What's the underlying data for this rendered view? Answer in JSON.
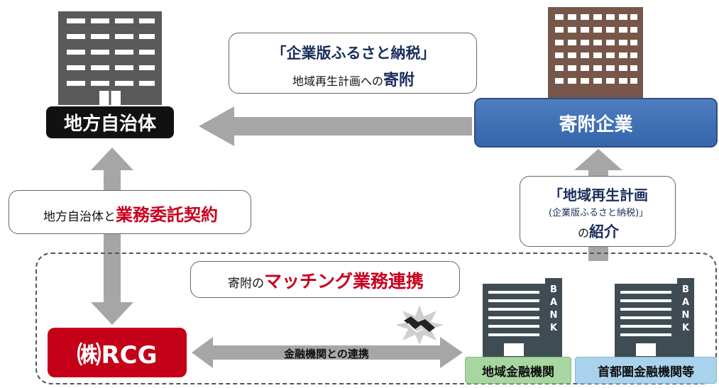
{
  "labels": {
    "local_gov": "地方自治体",
    "donor_company": "寄附企業",
    "rcg": "㈱RCG",
    "regional_bank": "地域金融機関",
    "metro_bank": "首都圏金融機関等"
  },
  "callout_top": {
    "line1": "「企業版ふるさと納税」",
    "line2_prefix": "地域再生計画への",
    "line2_emph": "寄附"
  },
  "callout_left": {
    "prefix": "地方自治体と",
    "emph": "業務委託契約"
  },
  "callout_right": {
    "line1": "「地域再生計画",
    "line2": "(企業版ふるさと納税)」",
    "line3_prefix": "の",
    "line3_emph": "紹介"
  },
  "callout_matching": {
    "prefix": "寄附の",
    "emph": "マッチング業務連携"
  },
  "arrow_label": "金融機関との連携",
  "bank_sign": [
    "B",
    "A",
    "N",
    "K"
  ],
  "colors": {
    "red": "#c8001e",
    "navy": "#1a2e5c",
    "blue": "#3d6db3",
    "arrow_gray": "#a6a6a6"
  },
  "icons": {
    "handshake": "handshake-icon"
  }
}
